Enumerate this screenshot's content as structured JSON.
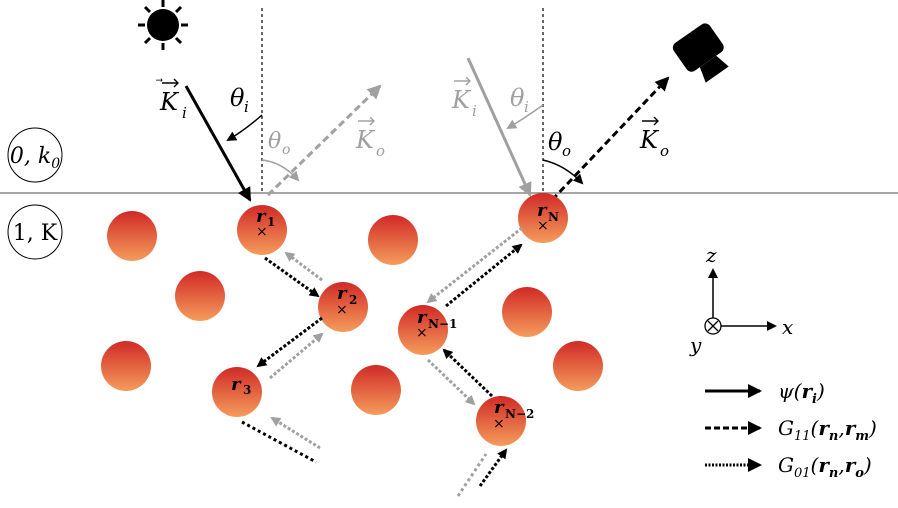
{
  "regions": [
    {
      "id": "air",
      "label": "0, k",
      "subscript": "0"
    },
    {
      "id": "medium",
      "label": "1, K",
      "subscript": ""
    }
  ],
  "incident_left": {
    "vector": "K",
    "vector_sub": "i",
    "angle": "θ",
    "angle_sub": "i"
  },
  "scattered_left": {
    "vector": "K",
    "vector_sub": "o",
    "angle": "θ",
    "angle_sub": "o"
  },
  "incident_right": {
    "vector": "K",
    "vector_sub": "i",
    "angle": "θ",
    "angle_sub": "i"
  },
  "scattered_right": {
    "vector": "K",
    "vector_sub": "o",
    "angle": "θ",
    "angle_sub": "o"
  },
  "scatterers": [
    {
      "label": "r",
      "sub": "1"
    },
    {
      "label": "r",
      "sub": "2"
    },
    {
      "label": "r",
      "sub": "3"
    },
    {
      "label": "r",
      "sub": "N"
    },
    {
      "label": "r",
      "sub": "N−1"
    },
    {
      "label": "r",
      "sub": "N−2"
    }
  ],
  "axes": {
    "z": "z",
    "x": "x",
    "y": "y"
  },
  "legend": [
    {
      "symbol": "ψ(",
      "arg1": "r",
      "arg1_sub": "i",
      "close": ")",
      "style": "solid"
    },
    {
      "symbol": "G",
      "symbol_sub": "11",
      "arg1": "r",
      "arg1_sub": "n",
      "arg2": "r",
      "arg2_sub": "m",
      "style": "dashed"
    },
    {
      "symbol": "G",
      "symbol_sub": "01",
      "arg1": "r",
      "arg1_sub": "n",
      "arg2": "r",
      "arg2_sub": "o",
      "style": "dotted"
    }
  ],
  "colors": {
    "sphere_top": "#d42a25",
    "sphere_bottom": "#f5a060",
    "black": "#000000",
    "gray": "#a0a0a0",
    "interface": "#888888"
  }
}
